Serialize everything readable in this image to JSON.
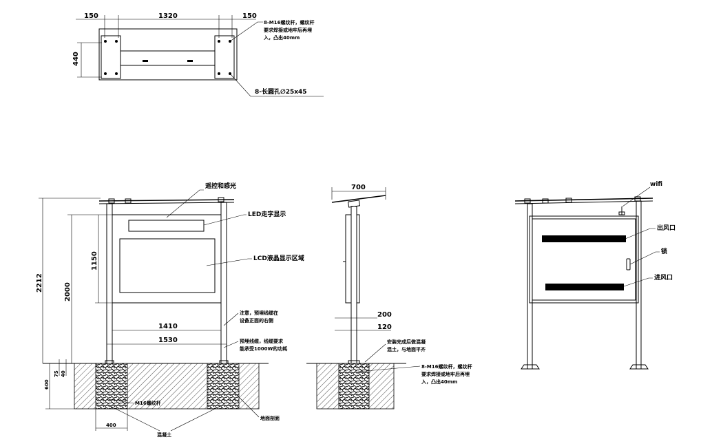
{
  "top_view": {
    "dim_left": "150",
    "dim_mid": "1320",
    "dim_right": "150",
    "dim_height": "440",
    "note_bolt_1": "8-M16螺纹杆，螺纹杆",
    "note_bolt_2": "要求焊接或地牢后再埋",
    "note_bolt_3": "入，凸出40mm",
    "note_hole": "8-长圆孔∅25x45"
  },
  "front_view": {
    "label_remote": "遥控和感光",
    "label_led": "LED走字显示",
    "label_lcd": "LCD液晶显示区域",
    "note_cable_1": "注意，预埋线缆在",
    "note_cable_2": "设备正面的右侧",
    "note_power_1": "预埋线缆，线缆要求",
    "note_power_2": "能承受1000W的功耗",
    "dim_total_height": "2212",
    "dim_frame_height": "2000",
    "dim_screen_height": "1150",
    "dim_inner_width": "1410",
    "dim_outer_width": "1530",
    "dim_depth": "600",
    "dim_75": "75",
    "dim_40": "40",
    "label_m16": "M16螺纹杆",
    "dim_foundation_width": "400",
    "label_concrete": "混凝土",
    "label_ground": "地面剖面"
  },
  "side_view": {
    "dim_top": "700",
    "dim_200": "200",
    "dim_120": "120",
    "note_backfill_1": "安装完成后做混凝",
    "note_backfill_2": "混土，与地面平齐",
    "note_bolt_1": "8-M16螺纹杆，螺纹杆",
    "note_bolt_2": "要求焊接或地牢后再埋",
    "note_bolt_3": "入，凸出40mm"
  },
  "back_view": {
    "label_wifi": "wifi",
    "label_outlet": "出风口",
    "label_lock": "锁",
    "label_inlet": "进风口"
  }
}
